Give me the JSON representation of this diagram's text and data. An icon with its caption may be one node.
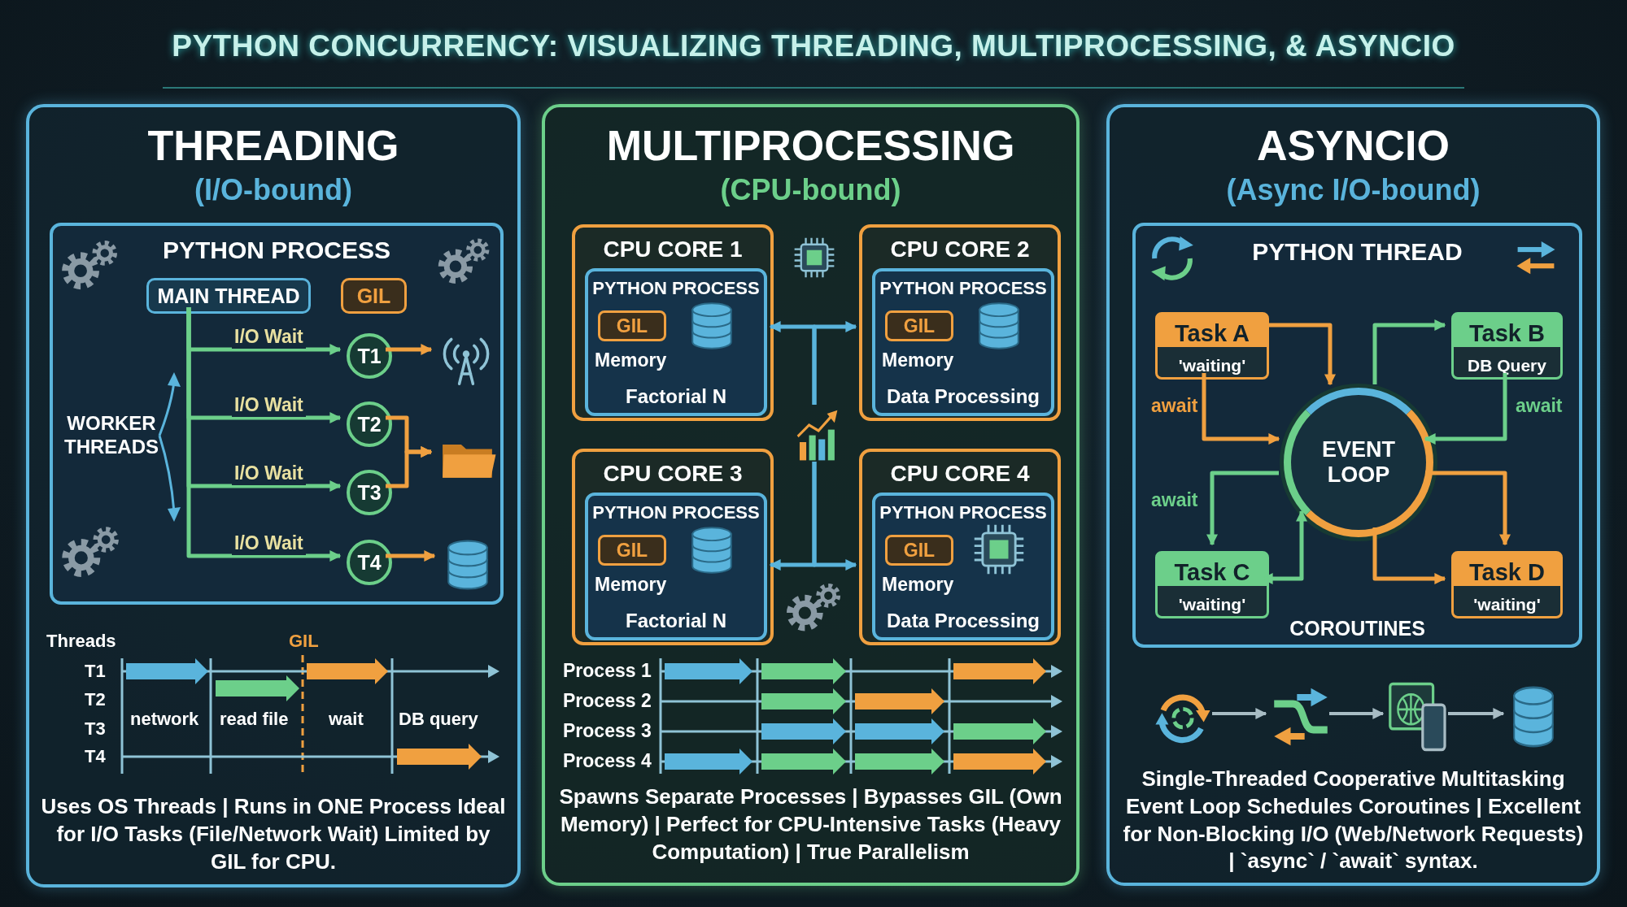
{
  "diagram": {
    "title": "PYTHON CONCURRENCY: VISUALIZING THREADING, MULTIPROCESSING, & ASYNCIO",
    "nodes": [
      {
        "text": [
          "THREADING",
          "(I/O-bound)",
          "Uses OS Threads | Runs in ONE Process Ideal for I/O Tasks (File/Network Wait) Limited by GIL for CPU."
        ]
      },
      {
        "text": [
          "PYTHON PROCESS"
        ],
        "in": 0
      },
      {
        "text": [
          "MAIN THREAD"
        ],
        "in": 1
      },
      {
        "text": [
          "GIL"
        ],
        "in": 1
      },
      {
        "text": [
          "T1"
        ],
        "in": 1
      },
      {
        "text": [
          "T2"
        ],
        "in": 1
      },
      {
        "text": [
          "T3"
        ],
        "in": 1
      },
      {
        "text": [
          "T4"
        ],
        "in": 1
      },
      {
        "text": [],
        "shape": "picture",
        "in": 1
      },
      {
        "text": [],
        "shape": "picture",
        "in": 1
      },
      {
        "text": [],
        "shape": "picture",
        "in": 1
      },
      {
        "text": [
          "MULTIPROCESSING",
          "(CPU-bound)",
          "Spawns Separate Processes | Bypasses GIL (Own Memory) | Perfect for CPU-Intensive Tasks (Heavy Computation) | True Parallelism"
        ]
      },
      {
        "text": [
          "CPU CORE 1"
        ],
        "in": 11
      },
      {
        "text": [
          "PYTHON PROCESS",
          "Memory",
          "Factorial N"
        ],
        "in": 12
      },
      {
        "text": [
          "GIL"
        ],
        "in": 13
      },
      {
        "text": [
          "CPU CORE 2"
        ],
        "in": 11
      },
      {
        "text": [
          "PYTHON PROCESS",
          "Memory",
          "Data Processing"
        ],
        "in": 15
      },
      {
        "text": [
          "GIL"
        ],
        "in": 16
      },
      {
        "text": [
          "CPU CORE 3"
        ],
        "in": 11
      },
      {
        "text": [
          "PYTHON PROCESS",
          "Memory",
          "Factorial N"
        ],
        "in": 18
      },
      {
        "text": [
          "GIL"
        ],
        "in": 19
      },
      {
        "text": [
          "CPU CORE 4"
        ],
        "in": 11
      },
      {
        "text": [
          "PYTHON PROCESS",
          "Memory",
          "Data Processing"
        ],
        "in": 21
      },
      {
        "text": [
          "GIL"
        ],
        "in": 22
      },
      {
        "text": [],
        "shape": "picture",
        "in": 11
      },
      {
        "text": [
          "ASYNCIO",
          "(Async I/O-bound)",
          "Single-Threaded Cooperative Multitasking Event Loop Schedules Coroutines | Excellent for Non-Blocking I/O (Web/Network Requests) | `async` / `await` syntax."
        ]
      },
      {
        "text": [
          "PYTHON THREAD",
          "COROUTINES"
        ],
        "in": 25
      },
      {
        "text": [
          "Task A",
          "'waiting'"
        ],
        "in": 26
      },
      {
        "text": [
          "Task B",
          "DB Query"
        ],
        "in": 26
      },
      {
        "text": [
          "EVENT LOOP"
        ],
        "in": 26
      },
      {
        "text": [
          "Task C",
          "'waiting'"
        ],
        "in": 26
      },
      {
        "text": [
          "Task D",
          "'waiting'"
        ],
        "in": 26
      },
      {
        "text": [],
        "shape": "picture",
        "in": 25
      },
      {
        "text": [],
        "shape": "picture",
        "in": 25
      },
      {
        "text": [],
        "shape": "picture",
        "in": 25
      },
      {
        "text": [],
        "shape": "picture",
        "in": 25
      }
    ],
    "edges": [
      {
        "from": 2,
        "to": 4,
        "arrow": "to",
        "label": "I/O Wait"
      },
      {
        "from": 2,
        "to": 5,
        "arrow": "to",
        "label": "I/O Wait"
      },
      {
        "from": 2,
        "to": 6,
        "arrow": "to",
        "label": "I/O Wait"
      },
      {
        "from": 2,
        "to": 7,
        "arrow": "to",
        "label": "I/O Wait"
      },
      {
        "from": 4,
        "to": 8,
        "arrow": "to",
        "color": "#f0a040"
      },
      {
        "from": 5,
        "to": 9,
        "arrow": "to",
        "color": "#f0a040"
      },
      {
        "from": 6,
        "to": 9,
        "arrow": "to",
        "color": "#f0a040"
      },
      {
        "from": 7,
        "to": 10,
        "arrow": "to",
        "color": "#f0a040"
      },
      {
        "from": 24,
        "to": 12,
        "arrow": "to",
        "color": "#5ab4dc"
      },
      {
        "from": 24,
        "to": 15,
        "arrow": "to",
        "color": "#5ab4dc"
      },
      {
        "from": 24,
        "to": 18,
        "arrow": "to",
        "color": "#5ab4dc"
      },
      {
        "from": 24,
        "to": 21,
        "arrow": "to",
        "color": "#5ab4dc"
      },
      {
        "from": 27,
        "to": 29,
        "arrow": "to",
        "color": "#f0a040"
      },
      {
        "from": 27,
        "to": 29,
        "arrow": "to",
        "label": "await",
        "color": "#f0a040"
      },
      {
        "from": 29,
        "to": 28,
        "arrow": "to"
      },
      {
        "from": 28,
        "to": 29,
        "arrow": "to",
        "label": "await"
      },
      {
        "from": 29,
        "to": 30,
        "arrow": "to",
        "label": "await"
      },
      {
        "from": 30,
        "to": 29,
        "arrow": "both"
      },
      {
        "from": 29,
        "to": 31,
        "arrow": "to",
        "color": "#f0a040"
      },
      {
        "from": 29,
        "to": 31,
        "arrow": "to",
        "color": "#f0a040"
      },
      {
        "from": 32,
        "to": 33,
        "arrow": "to",
        "color": "#a8bcc4"
      },
      {
        "from": 33,
        "to": 34,
        "arrow": "to",
        "color": "#a8bcc4"
      },
      {
        "from": 34,
        "to": 35,
        "arrow": "to",
        "color": "#a8bcc4"
      }
    ],
    "labels": [
      "WORKER THREADS",
      "Threads",
      "GIL",
      "T1",
      "T2",
      "T3",
      "T4",
      "network",
      "read file",
      "wait",
      "DB query",
      "Process 1",
      "Process 2",
      "Process 3",
      "Process 4"
    ]
  }
}
